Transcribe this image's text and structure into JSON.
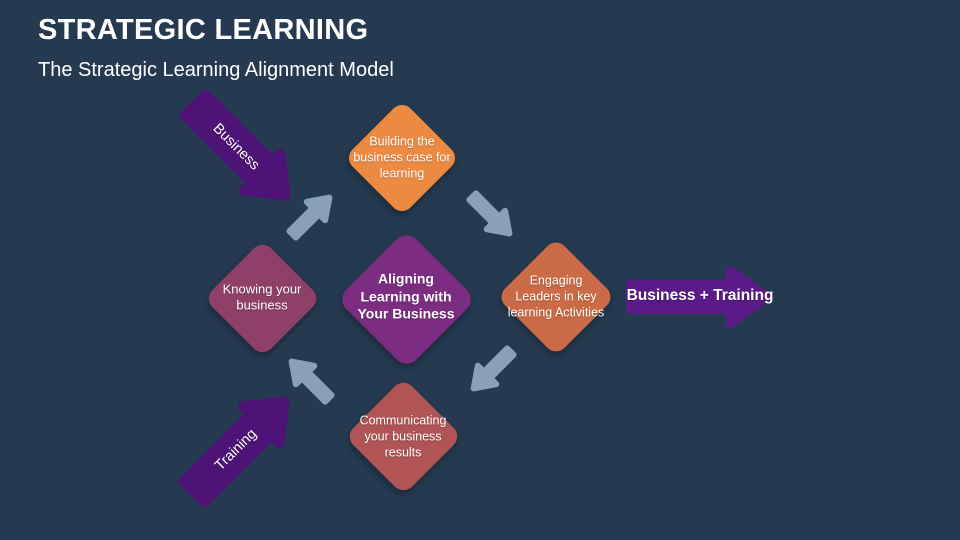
{
  "slide": {
    "title": "STRATEGIC LEARNING",
    "subtitle": "The Strategic Learning Alignment Model"
  },
  "colors": {
    "background": "#253A50",
    "text": "#FFFFFF",
    "building": "#ED8A42",
    "engaging": "#CB6A46",
    "knowing": "#8E4068",
    "communicating": "#B05455",
    "center": "#7C2D82",
    "input_arrow": "#4E1377",
    "output_arrow": "#5A1A87",
    "flow_arrow": "#8C9FB9"
  },
  "diagram": {
    "center_node": {
      "label": "Aligning Learning with Your Business"
    },
    "nodes": [
      {
        "id": "building",
        "label": "Building the business case for learning"
      },
      {
        "id": "engaging",
        "label": "Engaging Leaders in key learning Activities"
      },
      {
        "id": "communicating",
        "label": "Communicating your business results"
      },
      {
        "id": "knowing",
        "label": "Knowing your business"
      }
    ],
    "input_arrows": [
      {
        "label": "Business",
        "direction": "southeast"
      },
      {
        "label": "Training",
        "direction": "northeast"
      }
    ],
    "output_arrow": {
      "label": "Business + Training",
      "direction": "east"
    },
    "flow_arrows": [
      {
        "from": "knowing",
        "to": "building",
        "direction": "northeast"
      },
      {
        "from": "building",
        "to": "engaging",
        "direction": "southeast"
      },
      {
        "from": "engaging",
        "to": "communicating",
        "direction": "southwest"
      },
      {
        "from": "communicating",
        "to": "knowing",
        "direction": "northwest"
      }
    ]
  }
}
